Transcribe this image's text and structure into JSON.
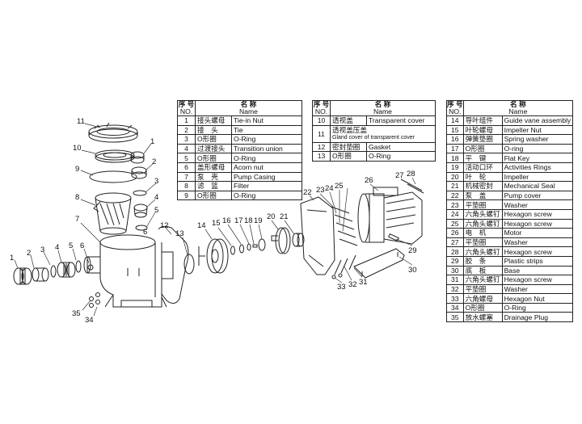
{
  "table_header": {
    "no_cn": "序 号",
    "no_en": "NO.",
    "name_cn": "名 称",
    "name_en": "Name"
  },
  "parts_left": [
    {
      "no": "1",
      "cn": "接头螺母",
      "en": "Tie-in Nut"
    },
    {
      "no": "2",
      "cn": "接　头",
      "en": "Tie"
    },
    {
      "no": "3",
      "cn": "O形圈",
      "en": "O-Ring"
    },
    {
      "no": "4",
      "cn": "过渡接头",
      "en": "Transition union"
    },
    {
      "no": "5",
      "cn": "O形圈",
      "en": "O-Ring"
    },
    {
      "no": "6",
      "cn": "盖形螺母",
      "en": "Acorn nut"
    },
    {
      "no": "7",
      "cn": "泵　壳",
      "en": "Pump Casing"
    },
    {
      "no": "8",
      "cn": "滤　篮",
      "en": "Filter"
    },
    {
      "no": "9",
      "cn": "O形圈",
      "en": "O-Ring"
    }
  ],
  "parts_middle": [
    {
      "no": "10",
      "cn": "透视盖",
      "en": "Transparent cover"
    },
    {
      "no": "11",
      "cn": "透视盖压盖",
      "en": "Gland cover of transparent cover"
    },
    {
      "no": "12",
      "cn": "密封垫圈",
      "en": "Gasket"
    },
    {
      "no": "13",
      "cn": "O形圈",
      "en": "O-Ring"
    }
  ],
  "parts_right": [
    {
      "no": "14",
      "cn": "导叶组件",
      "en": "Guide vane assembly"
    },
    {
      "no": "15",
      "cn": "叶轮螺母",
      "en": "Impeller Nut"
    },
    {
      "no": "16",
      "cn": "弹簧垫圈",
      "en": "Spring washer"
    },
    {
      "no": "17",
      "cn": "O形圈",
      "en": "O-ring"
    },
    {
      "no": "18",
      "cn": "平　键",
      "en": "Flat Key"
    },
    {
      "no": "19",
      "cn": "活动口环",
      "en": "Activities Rings"
    },
    {
      "no": "20",
      "cn": "叶　轮",
      "en": "Impeller"
    },
    {
      "no": "21",
      "cn": "机械密封",
      "en": "Mechanical Seal"
    },
    {
      "no": "22",
      "cn": "泵　盖",
      "en": "Pump cover"
    },
    {
      "no": "23",
      "cn": "平垫圈",
      "en": "Washer"
    },
    {
      "no": "24",
      "cn": "六角头螺钉",
      "en": "Hexagon screw"
    },
    {
      "no": "25",
      "cn": "六角头螺钉",
      "en": "Hexagon screw"
    },
    {
      "no": "26",
      "cn": "电　机",
      "en": "Motor"
    },
    {
      "no": "27",
      "cn": "平垫圈",
      "en": "Washer"
    },
    {
      "no": "28",
      "cn": "六角头螺钉",
      "en": "Hexagon screw"
    },
    {
      "no": "29",
      "cn": "胶　条",
      "en": "Plastic strips"
    },
    {
      "no": "30",
      "cn": "底　板",
      "en": "Base"
    },
    {
      "no": "31",
      "cn": "六角头螺钉",
      "en": "Hexagon screw"
    },
    {
      "no": "32",
      "cn": "平垫圈",
      "en": "Washer"
    },
    {
      "no": "33",
      "cn": "六角螺母",
      "en": "Hexagon Nut"
    },
    {
      "no": "34",
      "cn": "O形圈",
      "en": "O-Ring"
    },
    {
      "no": "35",
      "cn": "放水螺塞",
      "en": "Drainage Plug"
    }
  ],
  "callouts": [
    "1",
    "2",
    "3",
    "4",
    "5",
    "6",
    "7",
    "8",
    "9",
    "10",
    "11",
    "12",
    "13",
    "14",
    "15",
    "16",
    "17",
    "18",
    "19",
    "20",
    "21",
    "22",
    "23",
    "24",
    "25",
    "26",
    "27",
    "28",
    "29",
    "30",
    "31",
    "32",
    "33",
    "34",
    "35",
    "1",
    "2",
    "3",
    "4",
    "5",
    "6"
  ]
}
